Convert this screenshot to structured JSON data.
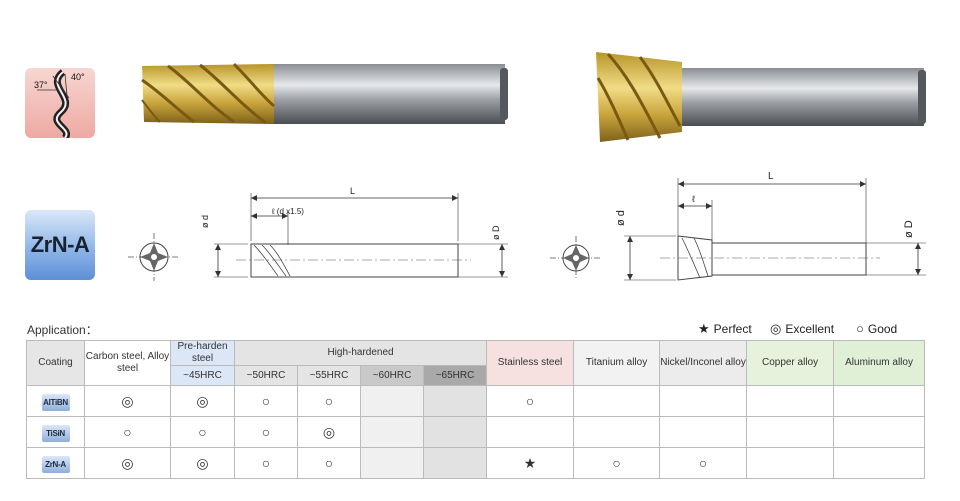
{
  "helix": {
    "angle_a": "37°",
    "angle_b": "40°"
  },
  "coating_badge": "ZrN-A",
  "drawing_left": {
    "length": "L",
    "flute": "ℓ (d x1.5)",
    "shank_dia": "ø D",
    "cut_dia": "ø d"
  },
  "drawing_right": {
    "length": "L",
    "flute": "ℓ",
    "shank_dia": "ø D",
    "cut_dia": "ø d"
  },
  "application": {
    "label": "Application：",
    "legend": [
      {
        "symbol": "★",
        "text": "Perfect"
      },
      {
        "symbol": "◎",
        "text": "Excellent"
      },
      {
        "symbol": "○",
        "text": "Good"
      }
    ]
  },
  "table": {
    "coating_header": "Coating",
    "carbon_header": "Carbon steel, Alloy steel",
    "pre_header": "Pre-harden steel",
    "pre_sub": "~45HRC",
    "hard_header": "High-hardened",
    "hard_subs": [
      "~50HRC",
      "~55HRC",
      "~60HRC",
      "~65HRC"
    ],
    "stainless_header": "Stainless steel",
    "titanium_header": "Titanium alloy",
    "nickel_header": "Nickel/Inconel alloy",
    "copper_header": "Copper alloy",
    "aluminum_header": "Aluminum alloy",
    "rows": [
      {
        "coating": "AlTiBN",
        "cells": [
          "◎",
          "◎",
          "○",
          "○",
          "",
          "",
          "○",
          "",
          "",
          "",
          ""
        ]
      },
      {
        "coating": "TiSiN",
        "cells": [
          "○",
          "○",
          "○",
          "◎",
          "",
          "",
          "",
          "",
          "",
          "",
          ""
        ]
      },
      {
        "coating": "ZrN-A",
        "cells": [
          "◎",
          "◎",
          "○",
          "○",
          "",
          "",
          "★",
          "○",
          "○",
          "",
          ""
        ]
      }
    ]
  }
}
